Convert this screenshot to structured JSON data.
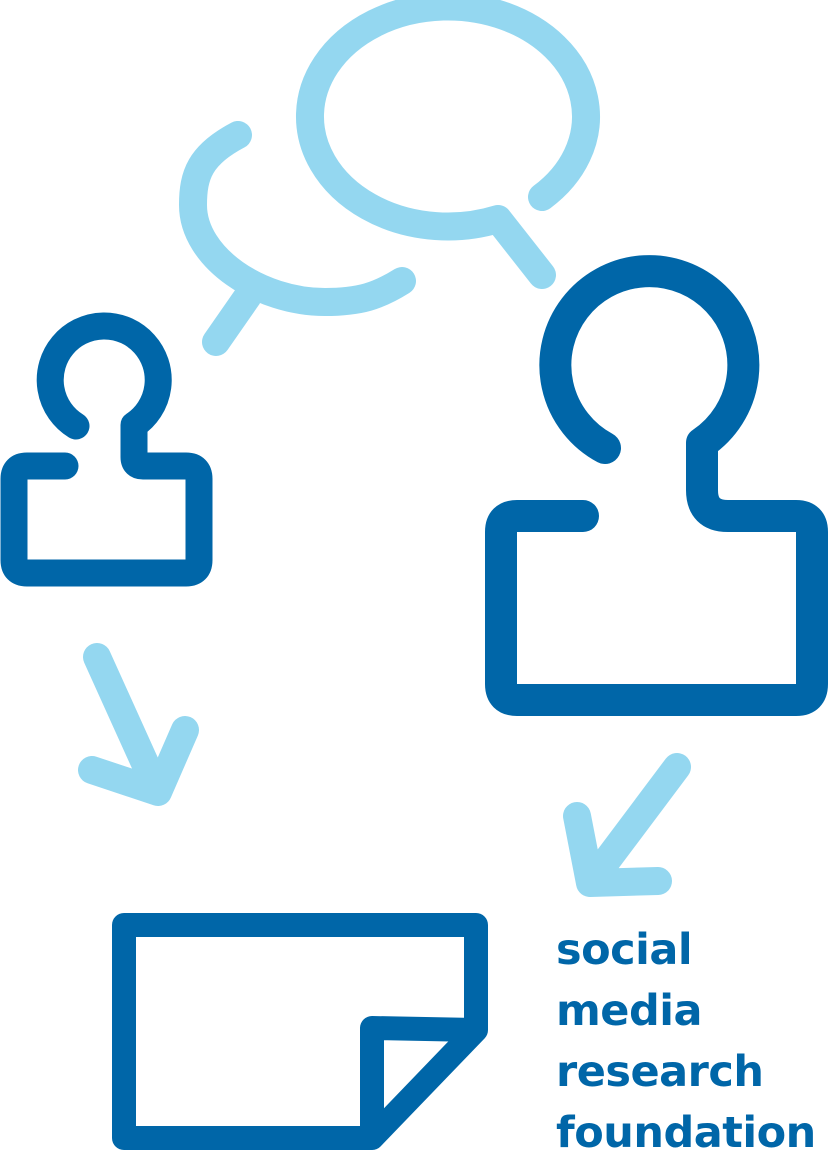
{
  "logo": {
    "wordmark_lines": [
      "social",
      "media",
      "research",
      "foundation"
    ],
    "colors": {
      "dark_blue": "#0066A8",
      "light_blue": "#94D7F0",
      "background": "#FFFFFF"
    },
    "icons": [
      "speech-bubble-large",
      "speech-bubble-small",
      "person-small",
      "person-large",
      "arrow-down-right",
      "arrow-down-left",
      "document"
    ]
  }
}
